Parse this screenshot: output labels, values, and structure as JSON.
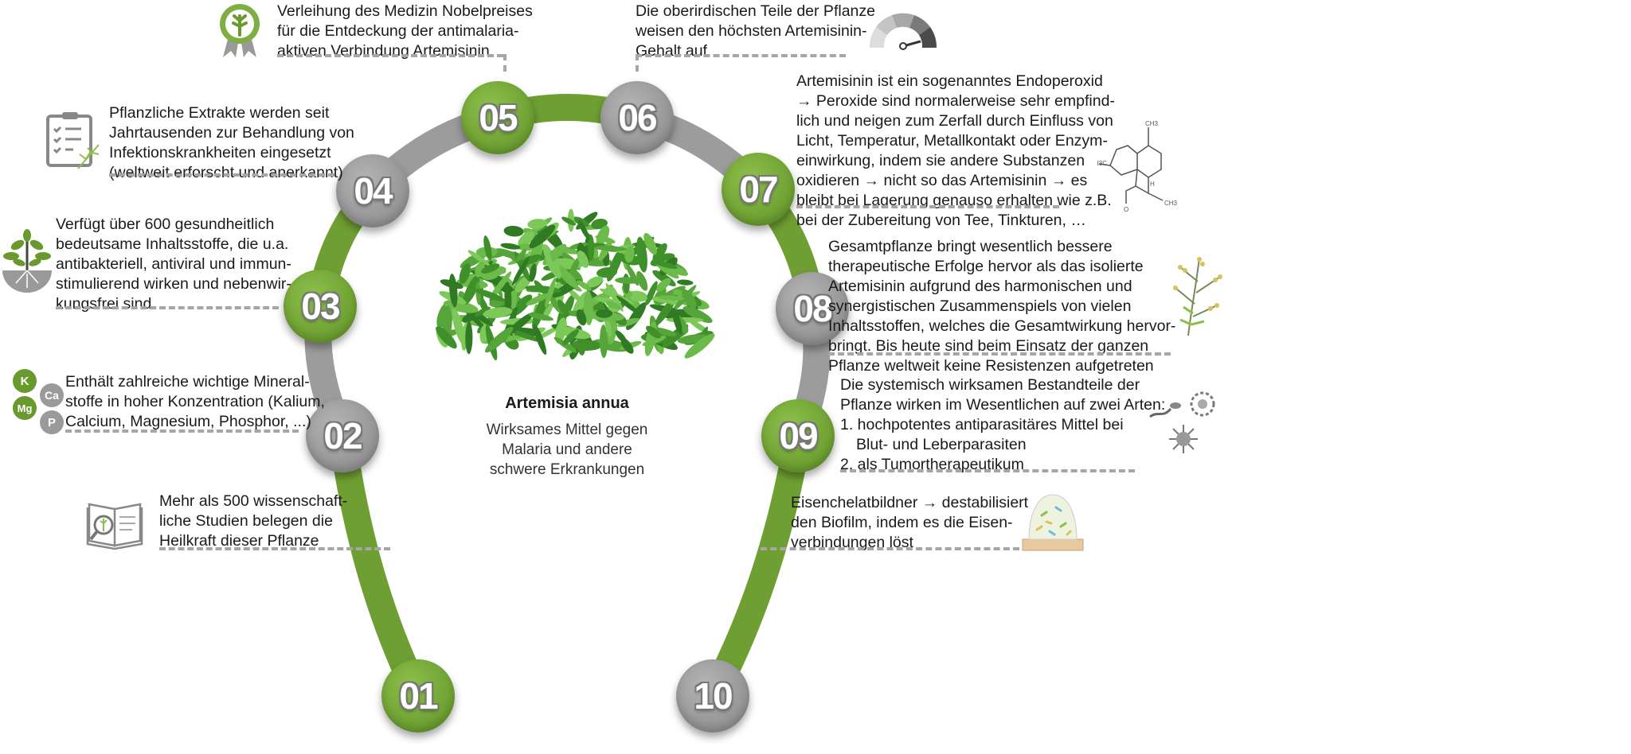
{
  "center": {
    "title": "Artemisia annua",
    "subtitle_lines": [
      "Wirksames Mittel gegen",
      "Malaria und andere",
      "schwere Erkrankungen"
    ]
  },
  "colors": {
    "green": "#6a9a2e",
    "gray": "#9a9a9a",
    "dash": "#a6a6a6"
  },
  "steps": [
    {
      "number": "01",
      "color": "green",
      "icon": "book-icon",
      "lines": [
        "Mehr als 500 wissenschaft-",
        "liche Studien belegen die",
        "Heilkraft dieser Pflanze"
      ]
    },
    {
      "number": "02",
      "color": "gray",
      "icon": "minerals-icon",
      "icon_labels": [
        "K",
        "Ca",
        "Mg",
        "P"
      ],
      "lines": [
        "Enthält zahlreiche wichtige Mineral-",
        "stoffe in hoher Konzentration (Kalium,",
        "Calcium, Magnesium, Phosphor, ...)"
      ]
    },
    {
      "number": "03",
      "color": "green",
      "icon": "tree-roots-icon",
      "lines": [
        "Verfügt über 600 gesundheitlich",
        "bedeutsame Inhaltsstoffe, die u.a.",
        "antibakteriell, antiviral und immun-",
        "stimulierend wirken und nebenwir-",
        "kungsfrei sind"
      ]
    },
    {
      "number": "04",
      "color": "gray",
      "icon": "clipboard-icon",
      "lines": [
        "Pflanzliche Extrakte werden seit",
        "Jahrtausenden zur Behandlung von",
        "Infektionskrankheiten eingesetzt",
        "(weltweit erforscht und anerkannt)"
      ]
    },
    {
      "number": "05",
      "color": "green",
      "icon": "award-badge-icon",
      "lines": [
        "Verleihung des Medizin Nobelpreises",
        "für die Entdeckung der antimalaria-",
        "aktiven Verbindung Artemisinin"
      ]
    },
    {
      "number": "06",
      "color": "gray",
      "icon": "gauge-icon",
      "lines": [
        "Die oberirdischen Teile der Pflanze",
        "weisen den höchsten Artemisinin-",
        "Gehalt auf"
      ]
    },
    {
      "number": "07",
      "color": "green",
      "icon": "molecule-icon",
      "lines": [
        "Artemisinin ist ein sogenanntes Endoperoxid",
        "→ Peroxide sind normalerweise sehr empfind-",
        "lich und neigen zum Zerfall durch Einfluss von",
        "Licht, Temperatur, Metallkontakt oder Enzym-",
        "einwirkung, indem sie andere Substanzen",
        "oxidieren → nicht so das Artemisinin → es",
        "bleibt bei Lagerung genauso erhalten wie z.B.",
        "bei der Zubereitung von Tee, Tinkturen, …"
      ]
    },
    {
      "number": "08",
      "color": "gray",
      "icon": "plant-sprig-icon",
      "lines": [
        "Gesamtpflanze bringt wesentlich bessere",
        "therapeutische Erfolge hervor als das isolierte",
        "Artemisinin aufgrund des harmonischen und",
        "synergistischen Zusammenspiels von vielen",
        "Inhaltsstoffen, welches die Gesamtwirkung hervor-",
        "bringt. Bis heute sind beim Einsatz der ganzen",
        "Pflanze weltweit keine Resistenzen aufgetreten"
      ]
    },
    {
      "number": "09",
      "color": "green",
      "icon": "microbes-icon",
      "lines": [
        "Die systemisch wirksamen Bestandteile der",
        "Pflanze wirken im Wesentlichen auf zwei Arten:",
        "1. hochpotentes antiparasitäres Mittel bei",
        "Blut- und Leberparasiten",
        "2. als Tumortherapeutikum"
      ]
    },
    {
      "number": "10",
      "color": "gray",
      "icon": "biofilm-icon",
      "lines": [
        "Eisenchelatbildner → destabilisiert",
        "den Biofilm, indem es die Eisen-",
        "verbindungen löst"
      ]
    }
  ],
  "molecule_labels": [
    "CH3",
    "H3C",
    "H",
    "O",
    "CH3"
  ]
}
